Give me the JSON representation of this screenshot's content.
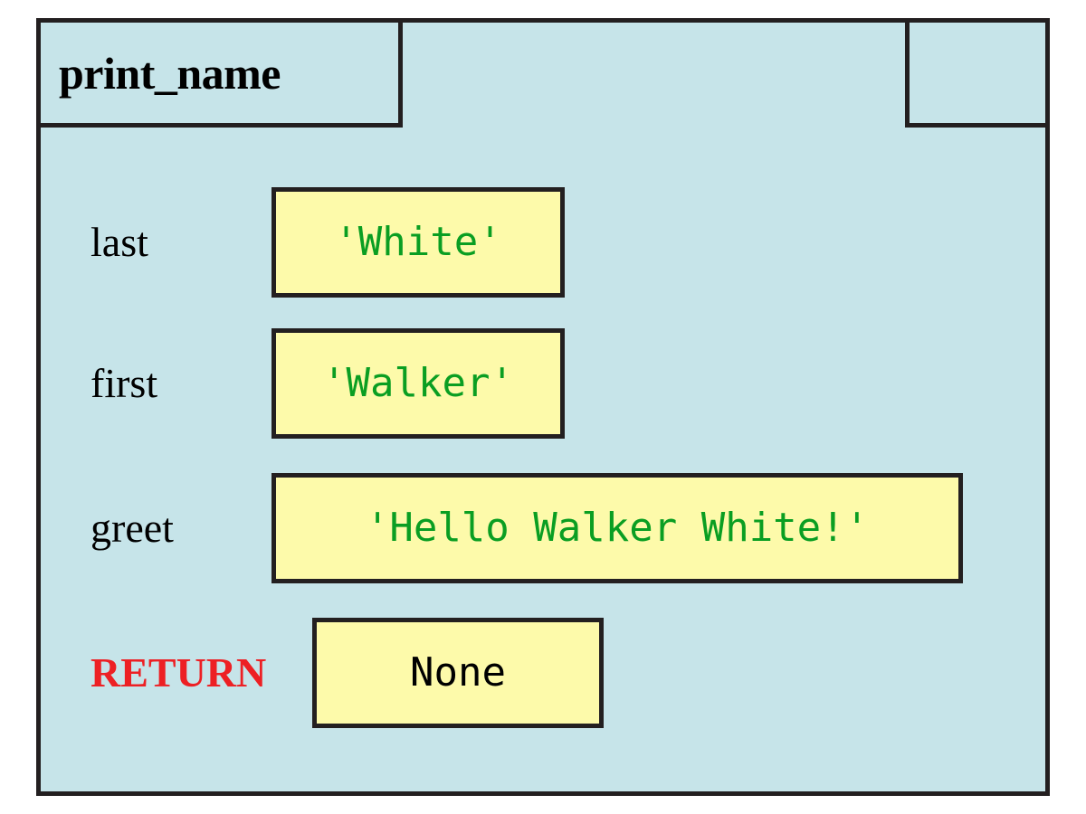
{
  "diagram": {
    "type": "call-frame",
    "frame_name": "print_name",
    "colors": {
      "frame_background": "#c6e4e9",
      "frame_border": "#231f20",
      "value_box_background": "#fdfaaa",
      "value_box_border": "#231f20",
      "string_value_text": "#0a9e22",
      "none_value_text": "#000000",
      "return_label_text": "#ed2024",
      "variable_label_text": "#000000",
      "page_background": "#ffffff"
    },
    "header": {
      "name_box_label": "print_name",
      "corner_box_label": ""
    },
    "rows": [
      {
        "label": "last",
        "value": "'White'",
        "value_kind": "string",
        "is_return": false
      },
      {
        "label": "first",
        "value": "'Walker'",
        "value_kind": "string",
        "is_return": false
      },
      {
        "label": "greet",
        "value": "'Hello Walker White!'",
        "value_kind": "string",
        "is_return": false
      },
      {
        "label": "RETURN",
        "value": "None",
        "value_kind": "none",
        "is_return": true
      }
    ]
  }
}
